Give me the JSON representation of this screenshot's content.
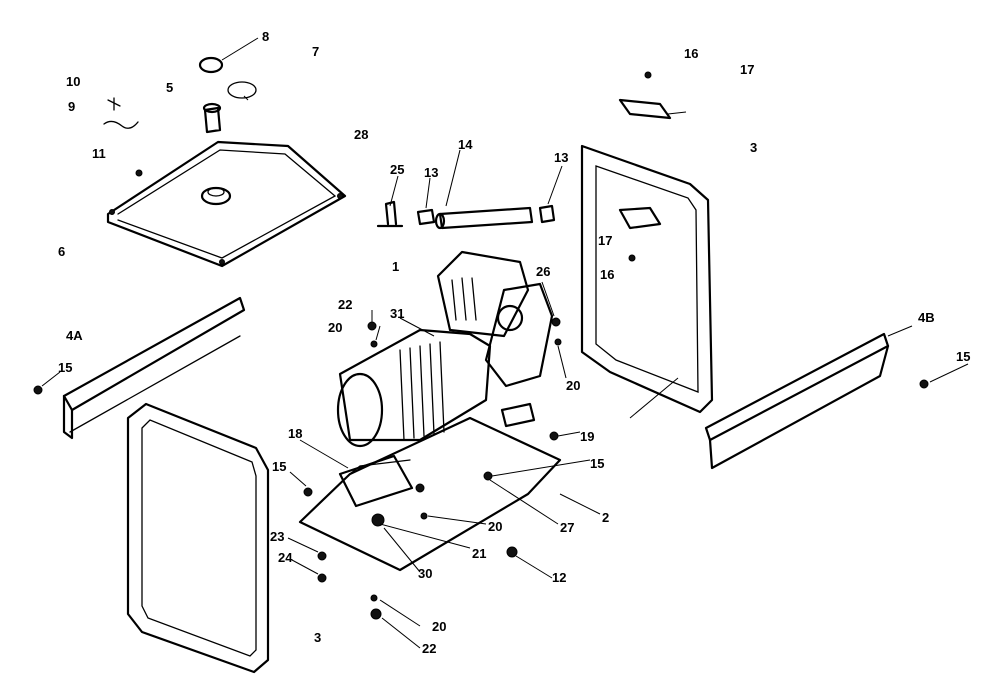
{
  "callouts": [
    {
      "id": "c-8",
      "label": "8"
    },
    {
      "id": "c-7",
      "label": "7"
    },
    {
      "id": "c-10",
      "label": "10"
    },
    {
      "id": "c-5",
      "label": "5"
    },
    {
      "id": "c-9",
      "label": "9"
    },
    {
      "id": "c-11",
      "label": "11"
    },
    {
      "id": "c-28",
      "label": "28"
    },
    {
      "id": "c-6",
      "label": "6"
    },
    {
      "id": "c-14",
      "label": "14"
    },
    {
      "id": "c-25",
      "label": "25"
    },
    {
      "id": "c-13a",
      "label": "13"
    },
    {
      "id": "c-13b",
      "label": "13"
    },
    {
      "id": "c-16a",
      "label": "16"
    },
    {
      "id": "c-17a",
      "label": "17"
    },
    {
      "id": "c-3a",
      "label": "3"
    },
    {
      "id": "c-17b",
      "label": "17"
    },
    {
      "id": "c-16b",
      "label": "16"
    },
    {
      "id": "c-1",
      "label": "1"
    },
    {
      "id": "c-26",
      "label": "26"
    },
    {
      "id": "c-22a",
      "label": "22"
    },
    {
      "id": "c-31",
      "label": "31"
    },
    {
      "id": "c-20a",
      "label": "20"
    },
    {
      "id": "c-20b",
      "label": "20"
    },
    {
      "id": "c-4A",
      "label": "4A"
    },
    {
      "id": "c-4B",
      "label": "4B"
    },
    {
      "id": "c-15a",
      "label": "15"
    },
    {
      "id": "c-15b",
      "label": "15"
    },
    {
      "id": "c-19",
      "label": "19"
    },
    {
      "id": "c-18",
      "label": "18"
    },
    {
      "id": "c-15c",
      "label": "15"
    },
    {
      "id": "c-15d",
      "label": "15"
    },
    {
      "id": "c-2",
      "label": "2"
    },
    {
      "id": "c-27",
      "label": "27"
    },
    {
      "id": "c-20c",
      "label": "20"
    },
    {
      "id": "c-21",
      "label": "21"
    },
    {
      "id": "c-23",
      "label": "23"
    },
    {
      "id": "c-24",
      "label": "24"
    },
    {
      "id": "c-30",
      "label": "30"
    },
    {
      "id": "c-12",
      "label": "12"
    },
    {
      "id": "c-3b",
      "label": "3"
    },
    {
      "id": "c-20d",
      "label": "20"
    },
    {
      "id": "c-22b",
      "label": "22"
    }
  ]
}
